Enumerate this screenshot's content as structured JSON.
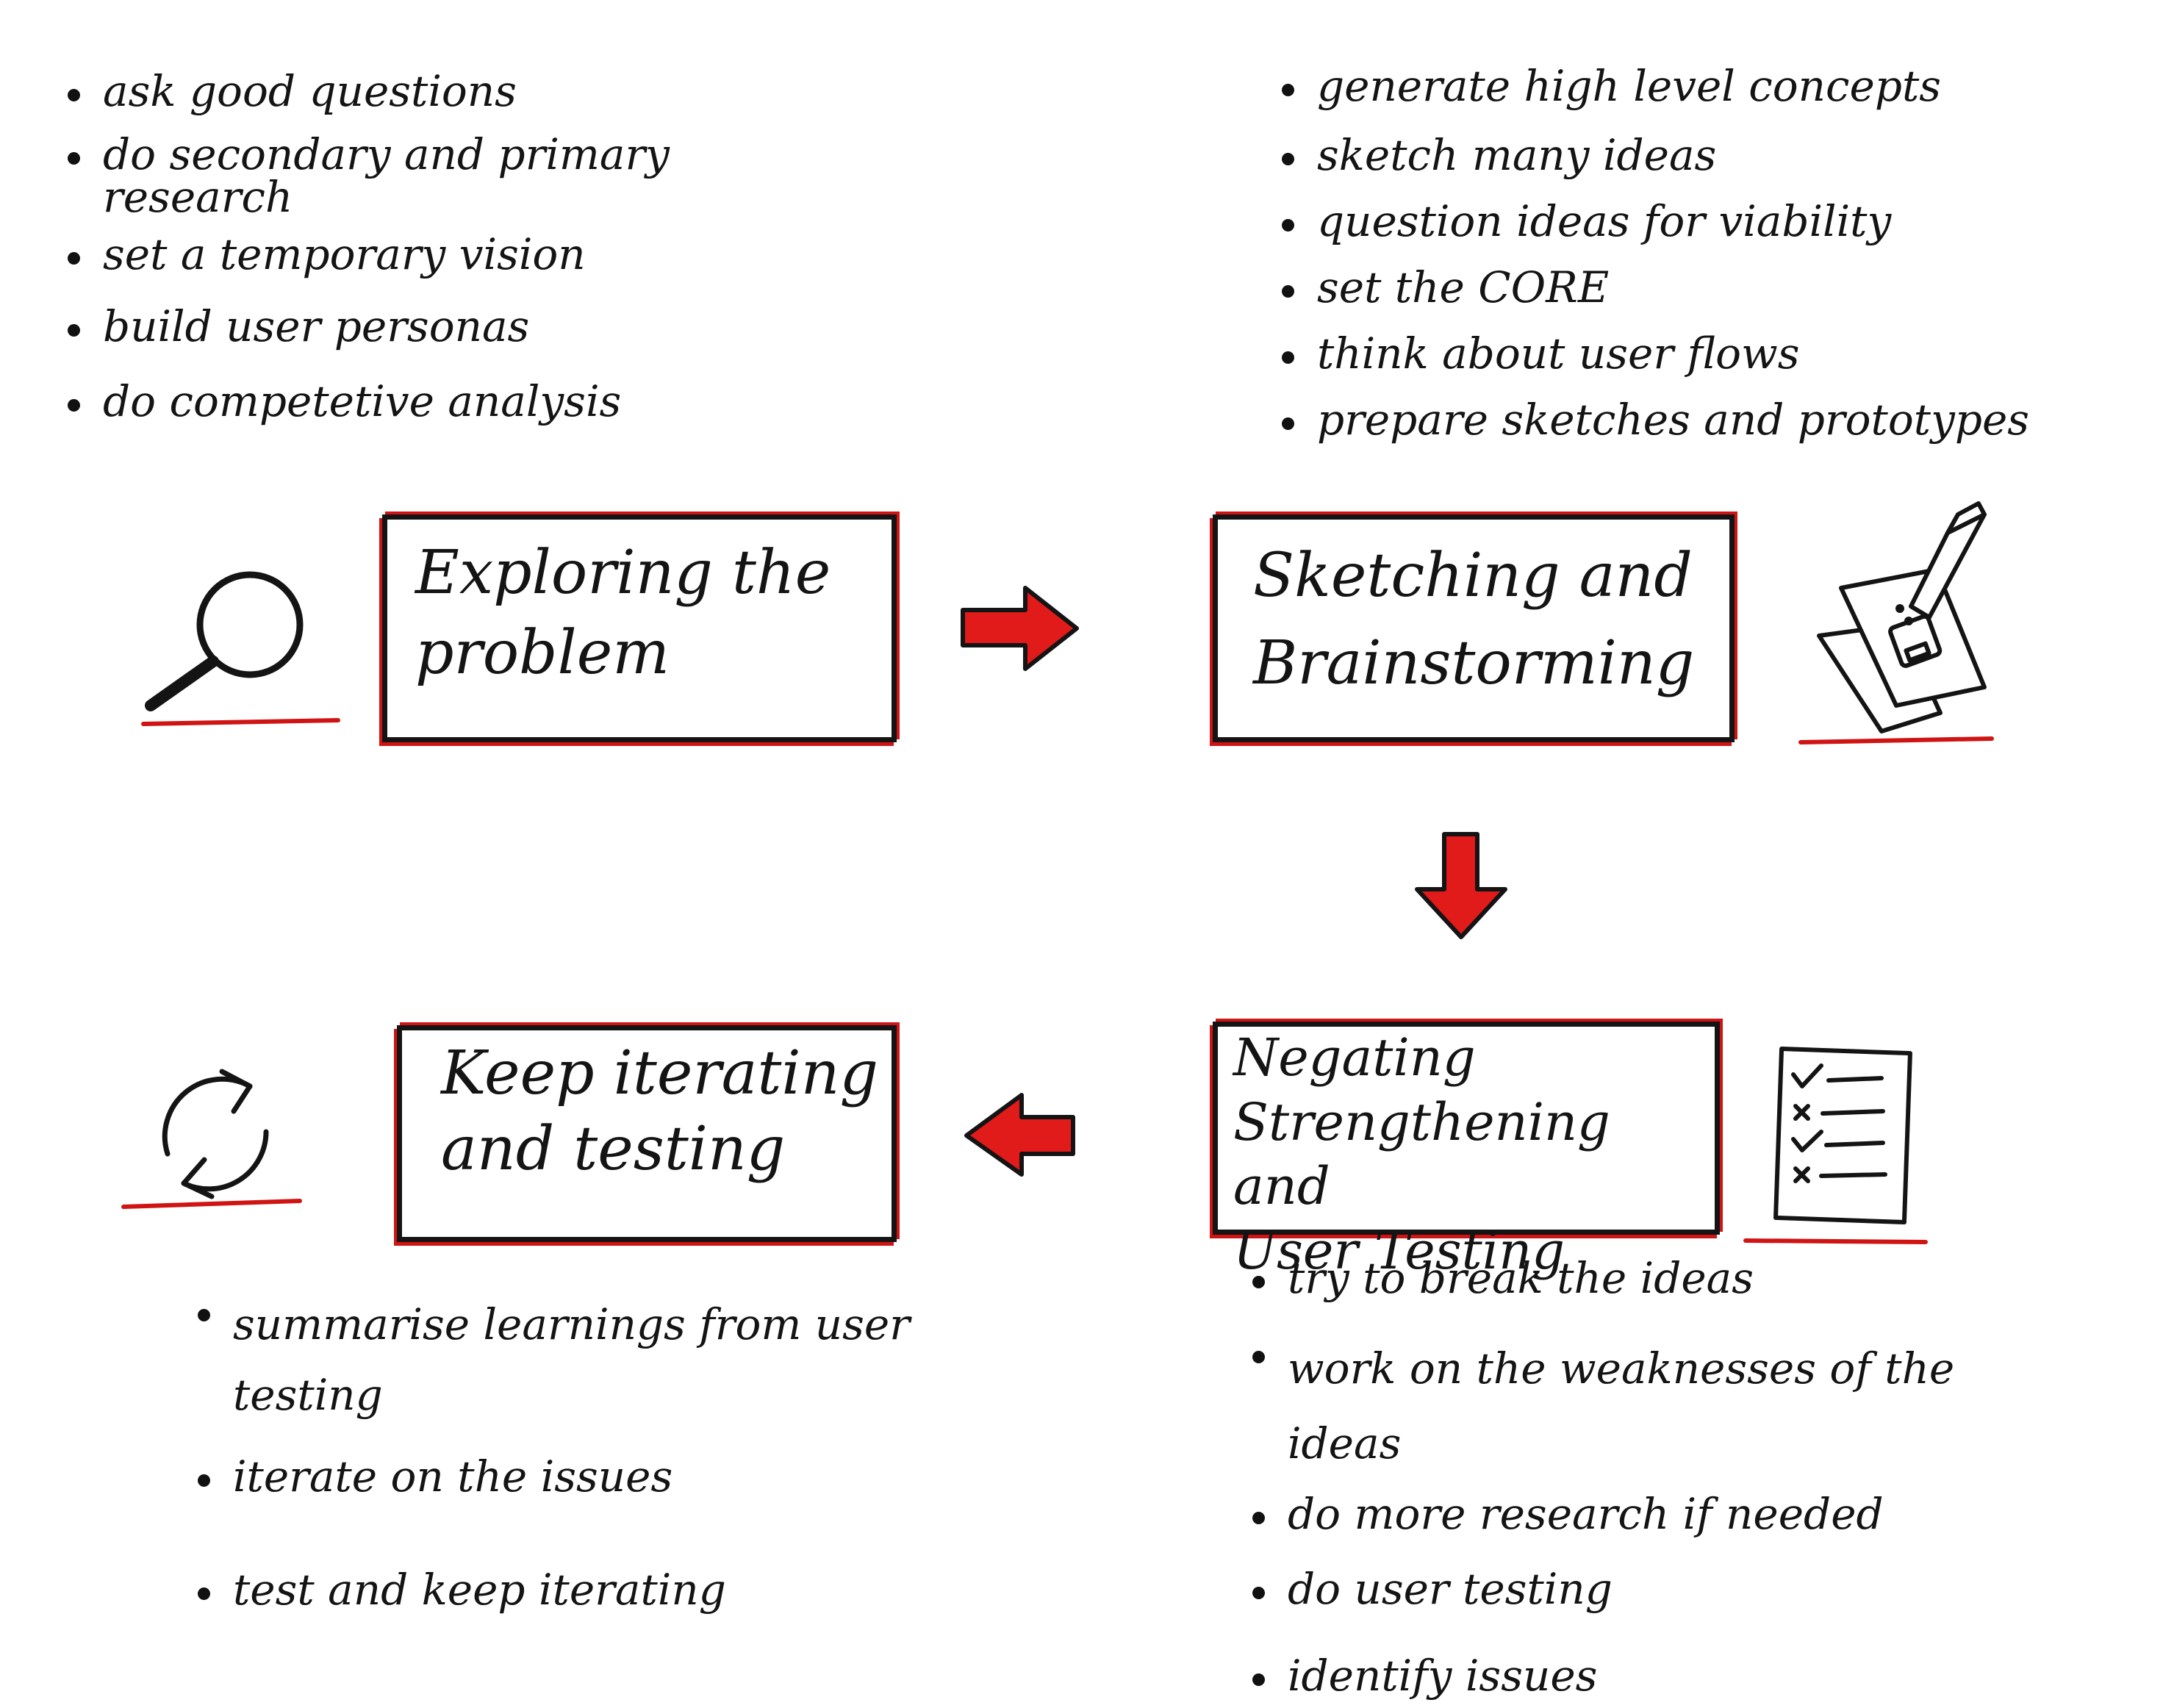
{
  "stages": {
    "exploring": {
      "title": "Exploring the\nproblem",
      "icon": "magnifying-glass-icon",
      "notes": [
        "ask good questions",
        "do secondary and primary research",
        "set a temporary vision",
        "build user personas",
        "do competetive analysis"
      ]
    },
    "sketching": {
      "title": "Sketching and\nBrainstorming",
      "icon": "sketching-pencil-icon",
      "notes": [
        "generate high level concepts",
        "sketch many ideas",
        "question ideas for viability",
        "set the CORE",
        "think about user flows",
        "prepare sketches and prototypes"
      ]
    },
    "negating": {
      "title": "Negating\nStrengthening and\nUser Testing",
      "icon": "checklist-icon",
      "notes": [
        "try to break the ideas",
        "work on the weaknesses of the ideas",
        "do more research if needed",
        "do user testing",
        "identify issues"
      ]
    },
    "iterating": {
      "title": "Keep iterating\nand testing",
      "icon": "cycle-arrows-icon",
      "notes": [
        "summarise learnings from user testing",
        "iterate on the issues",
        "test and keep iterating"
      ]
    }
  },
  "colors": {
    "ink": "#141414",
    "accent_red": "#d01414",
    "arrow_red": "#e11a1a",
    "paper": "#ffffff"
  }
}
